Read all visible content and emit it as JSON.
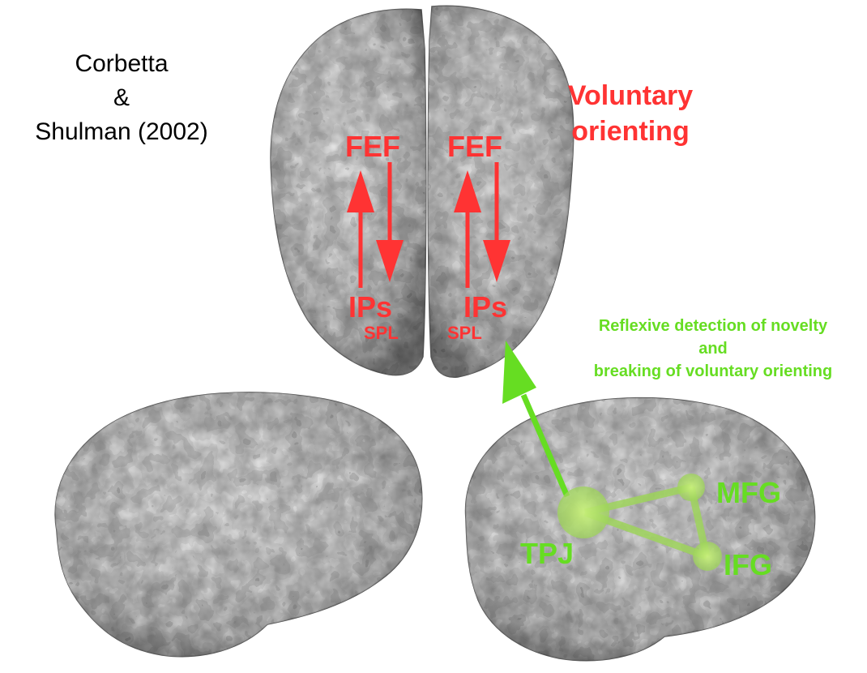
{
  "citation": {
    "line1": "Corbetta",
    "line2": "&",
    "line3": "Shulman (2002)"
  },
  "voluntary": {
    "line1": "Voluntary",
    "line2": "orienting"
  },
  "reflexive": {
    "line1": "Reflexive detection of novelty",
    "line2": "and",
    "line3": "breaking of voluntary orienting"
  },
  "regions": {
    "fef_left": "FEF",
    "fef_right": "FEF",
    "ips_left": "IPs",
    "ips_right": "IPs",
    "spl_left": "SPL",
    "spl_right": "SPL",
    "tpj": "TPJ",
    "mfg": "MFG",
    "ifg": "IFG"
  },
  "colors": {
    "dorsal_network": "#ff3333",
    "ventral_network": "#66dd22",
    "citation_text": "#000000",
    "brain_surface": "#8a8a8a"
  }
}
